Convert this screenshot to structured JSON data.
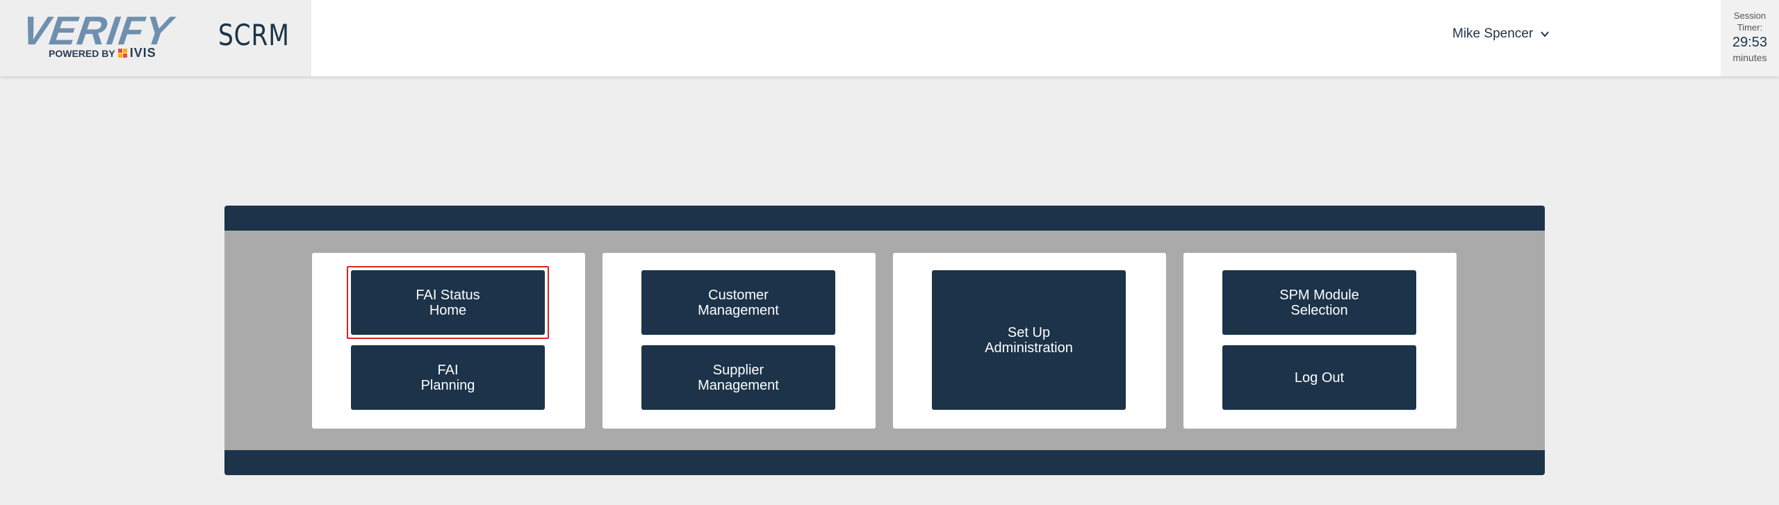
{
  "header": {
    "logo": {
      "wordmark": "VERIFY",
      "powered_by": "POWERED BY",
      "sub_brand": "IVIS"
    },
    "app_title": "SCRM",
    "user_name": "Mike Spencer",
    "user_menu_icon": "chevron-down-icon",
    "session": {
      "label_line1": "Session",
      "label_line2": "Timer:",
      "time": "29:53",
      "unit": "minutes"
    }
  },
  "colors": {
    "primary": "#1c3349",
    "panel_bg": "#aaaaaa",
    "page_bg": "#eeeeee",
    "highlight": "#e02020",
    "logo_blue": "#6f8fae"
  },
  "cards": [
    {
      "buttons": [
        "FAI Status\nHome",
        "FAI\nPlanning"
      ]
    },
    {
      "buttons": [
        "Customer\nManagement",
        "Supplier\nManagement"
      ]
    },
    {
      "buttons": [
        "Set Up\nAdministration"
      ]
    },
    {
      "buttons": [
        "SPM Module\nSelection",
        "Log Out"
      ]
    }
  ]
}
